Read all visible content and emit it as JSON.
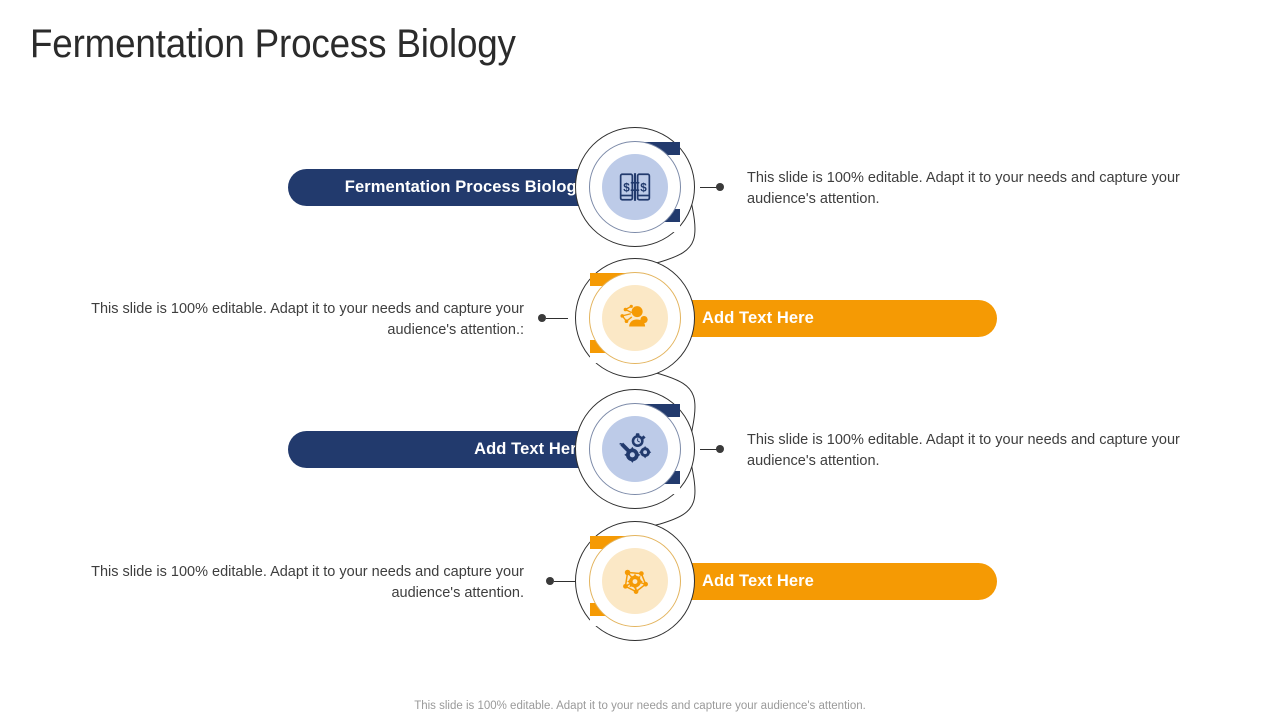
{
  "slide": {
    "title": "Fermentation Process Biology",
    "footer": "This slide is 100% editable. Adapt it to your needs and capture your audience's attention.",
    "colors": {
      "blue": "#223a6d",
      "orange": "#f59a04",
      "blue_disc": "#bdcbe8",
      "orange_disc": "#fbe8c6",
      "title": "#2b2b2b",
      "body_text": "#3e3e3e",
      "footer_text": "#9a9a9a",
      "line": "#2f2f2f"
    }
  },
  "rows": [
    {
      "index": 1,
      "side": "left",
      "theme": "blue",
      "pill_label": "Fermentation Process Biology",
      "icon": "money-transfer-icon",
      "body_text": "This slide is 100% editable. Adapt it to your needs and capture your audience's attention.",
      "body_side": "right"
    },
    {
      "index": 2,
      "side": "right",
      "theme": "orange",
      "pill_label": "Add Text Here",
      "icon": "people-network-icon",
      "body_text": "This slide is 100% editable. Adapt it to your needs and capture your audience's attention.:",
      "body_side": "left"
    },
    {
      "index": 3,
      "side": "left",
      "theme": "blue",
      "pill_label": "Add Text Here",
      "icon": "gears-wrench-icon",
      "body_text": "This slide is 100% editable. Adapt it to your needs and capture your audience's attention.",
      "body_side": "right"
    },
    {
      "index": 4,
      "side": "right",
      "theme": "orange",
      "pill_label": "Add Text Here",
      "icon": "gear-network-icon",
      "body_text": "This slide is 100% editable. Adapt it to your needs and capture your audience's attention.",
      "body_side": "left"
    }
  ]
}
